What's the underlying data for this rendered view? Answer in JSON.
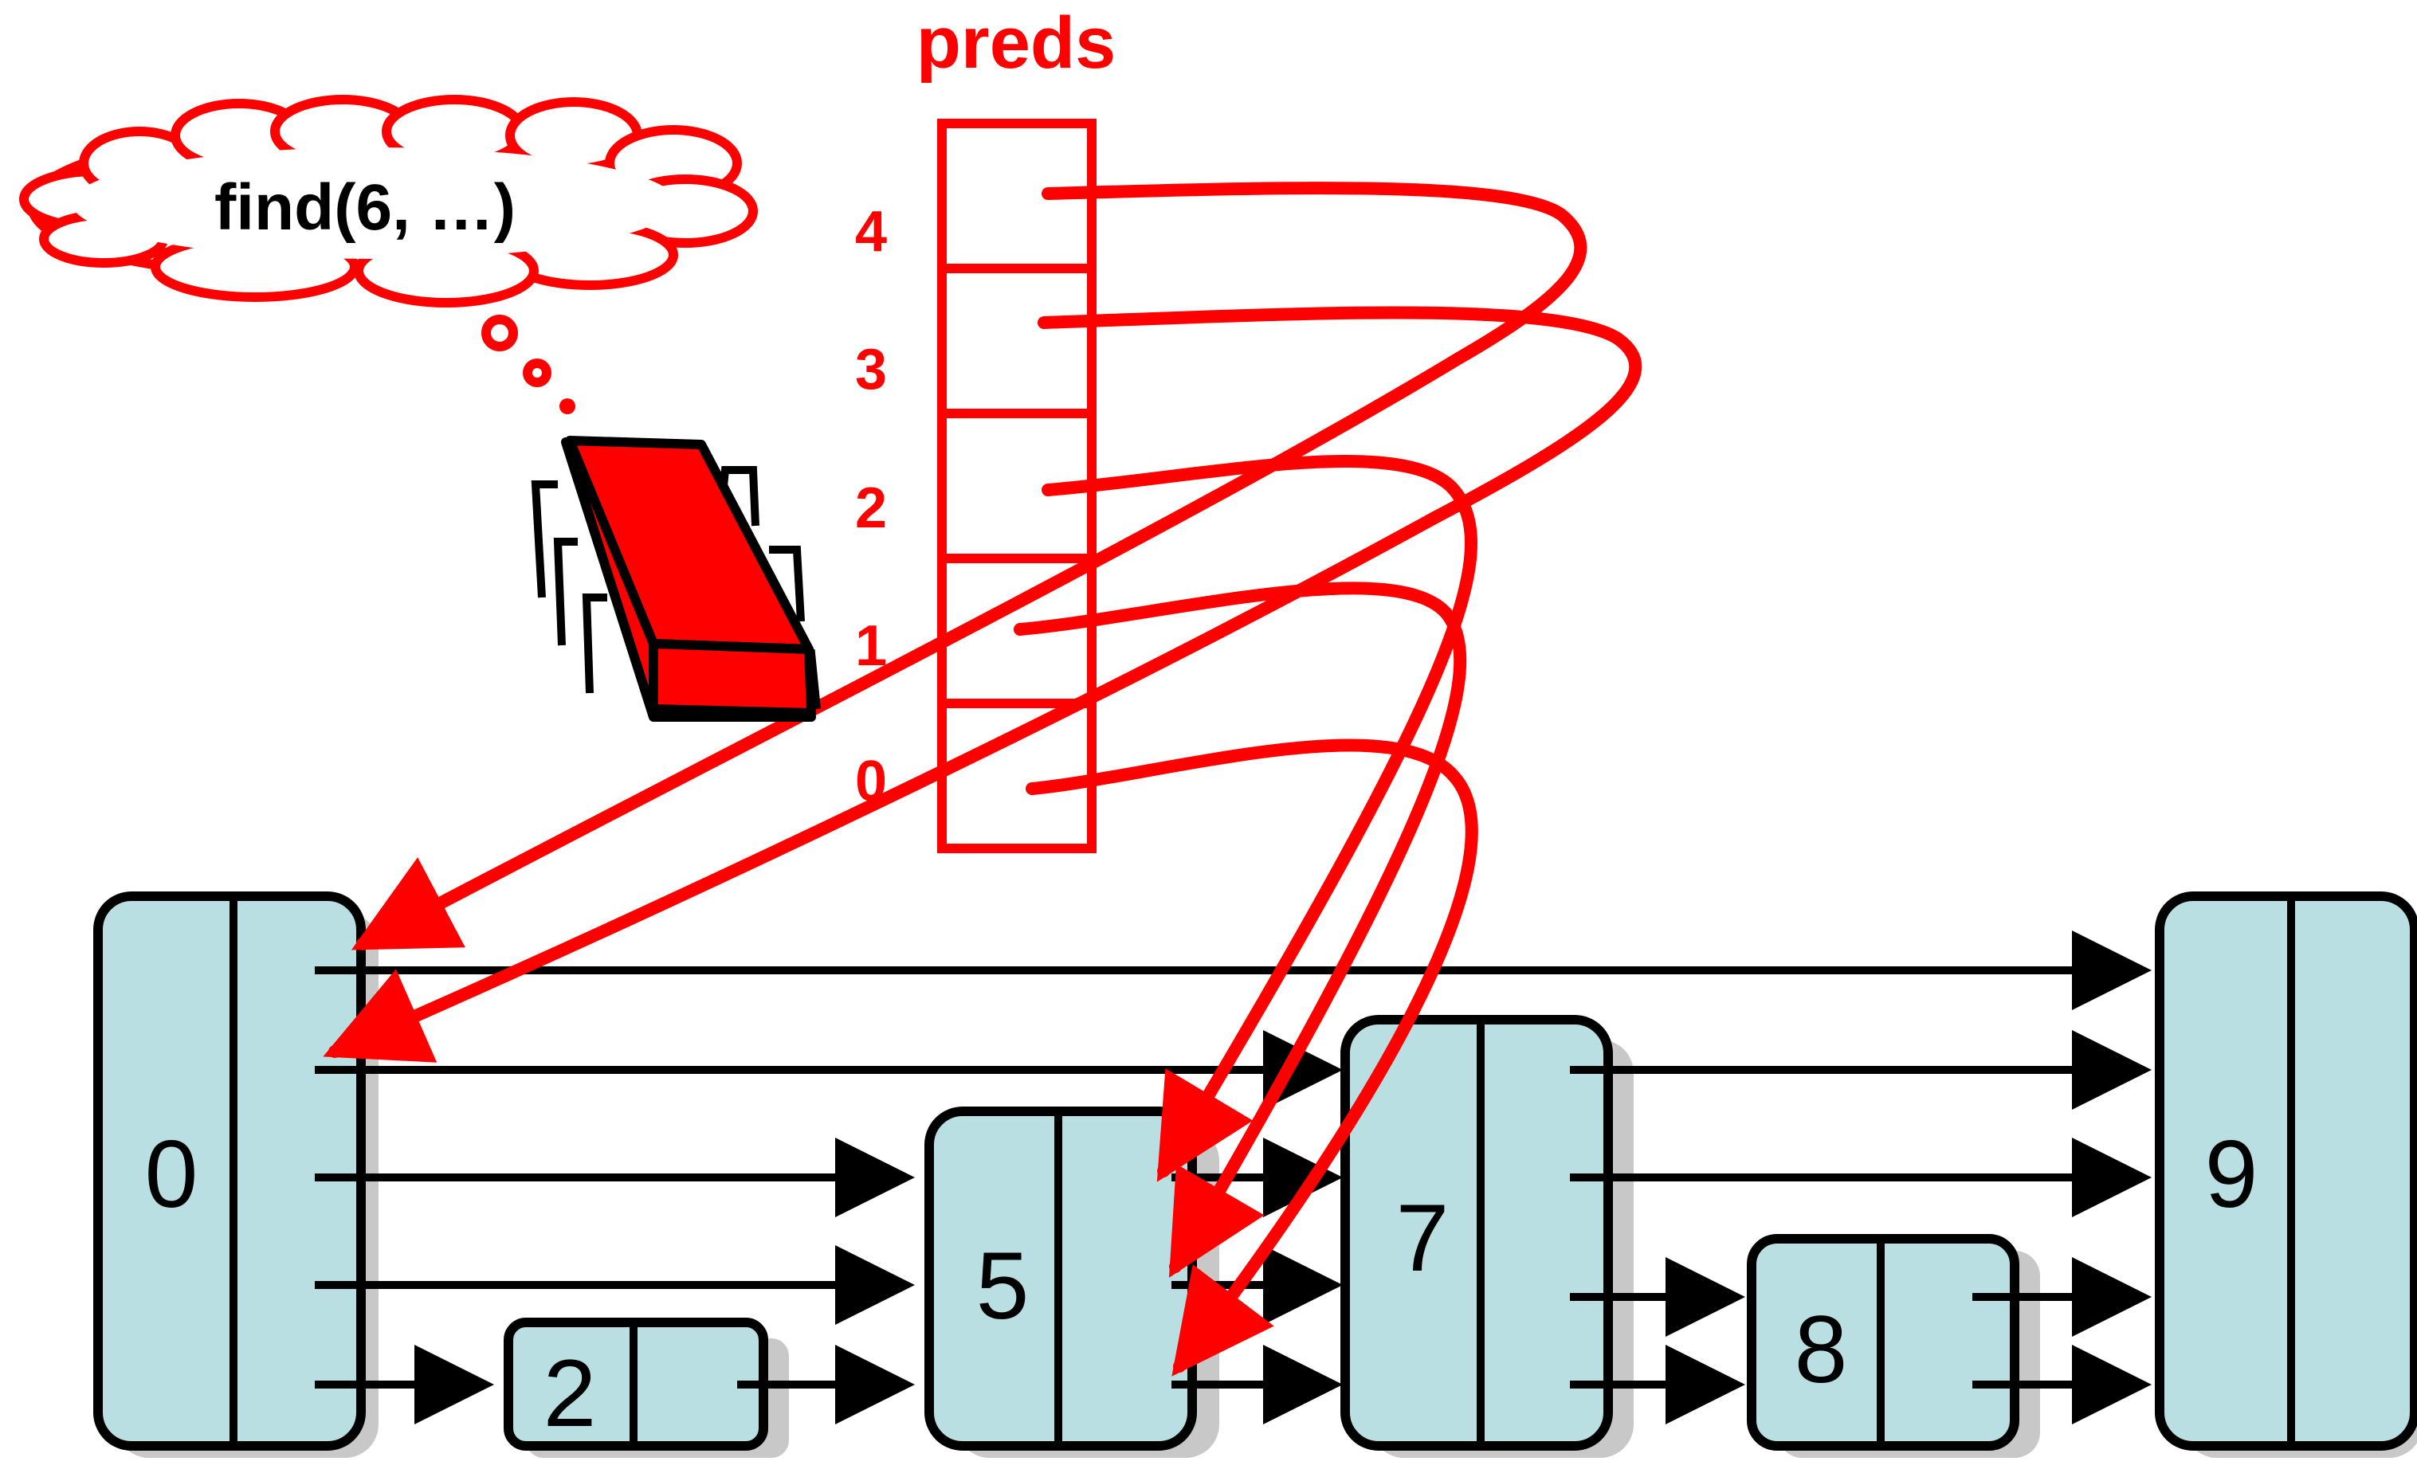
{
  "title": "preds",
  "thought": "find(6, …)",
  "pred_levels": [
    "4",
    "3",
    "2",
    "1",
    "0"
  ],
  "nodes": [
    {
      "key": "0",
      "levels": 5
    },
    {
      "key": "2",
      "levels": 1
    },
    {
      "key": "5",
      "levels": 3
    },
    {
      "key": "7",
      "levels": 4
    },
    {
      "key": "8",
      "levels": 2
    },
    {
      "key": "9",
      "levels": 5
    }
  ],
  "colors": {
    "highlight": "#ff0000",
    "node_fill": "#b9dfe3",
    "node_stroke": "#000000",
    "shadow": "#c8c8c8"
  },
  "icons": [
    "thought-cloud",
    "thread-robot-icon",
    "pointer-arrow"
  ]
}
